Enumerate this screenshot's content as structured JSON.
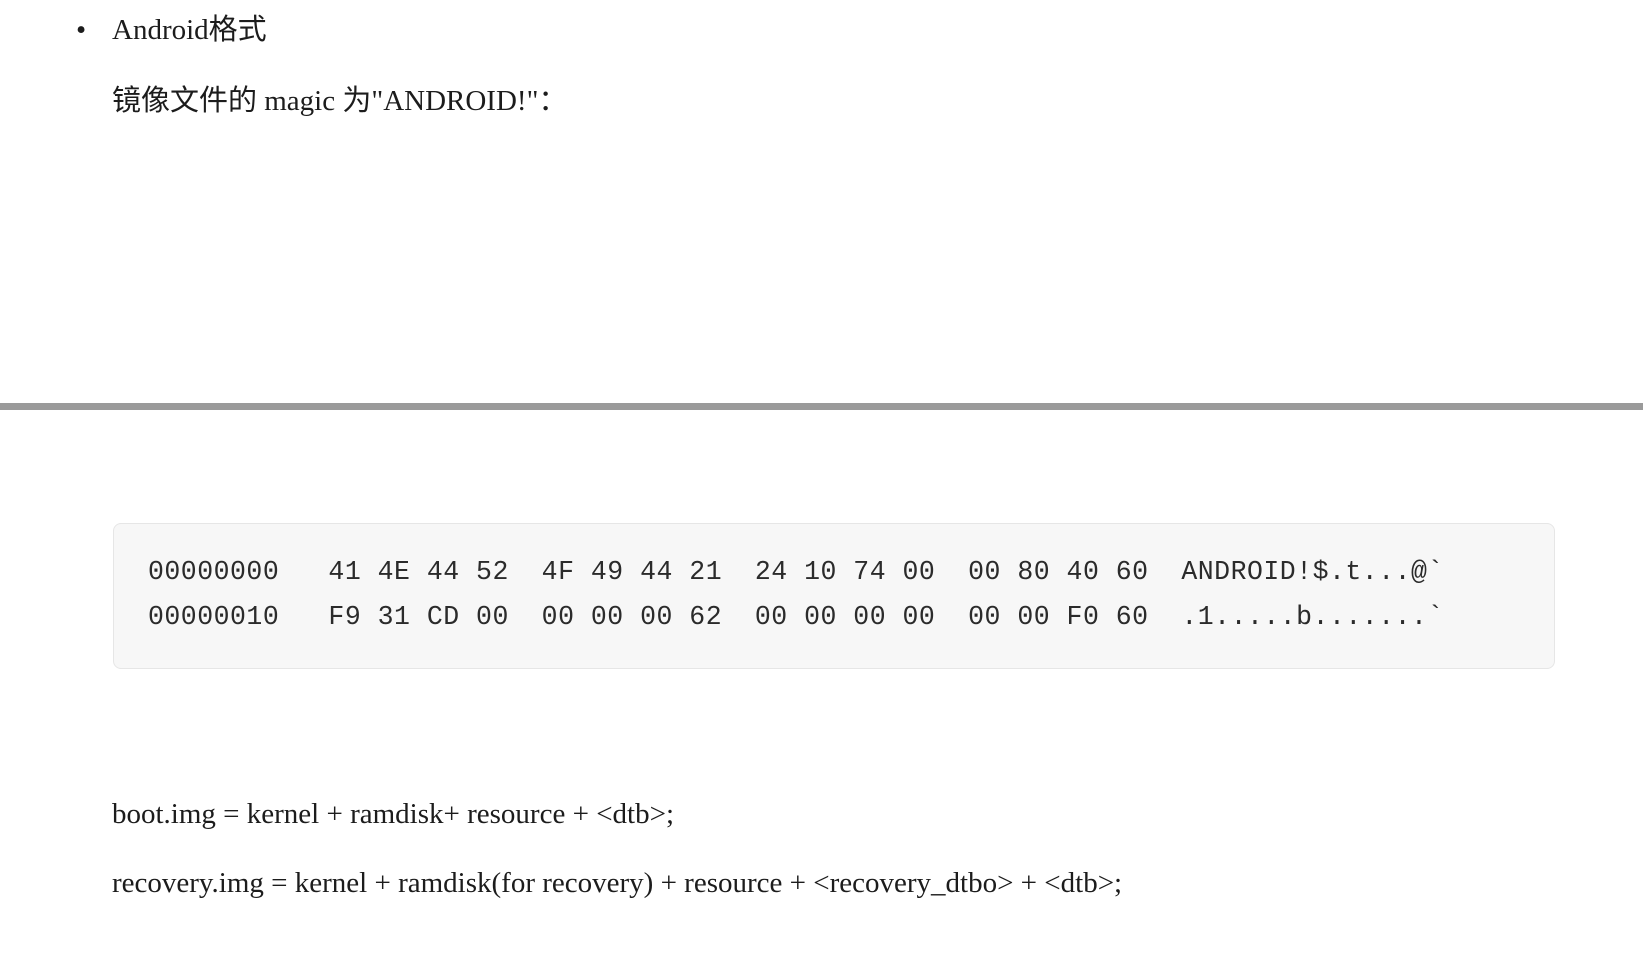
{
  "document": {
    "bullet_list": {
      "marker": "•",
      "items": [
        {
          "text": "Android格式"
        }
      ]
    },
    "sub_paragraph": "镜像文件的 magic 为\"ANDROID!\"：",
    "divider": {
      "color": "#9a9a9a"
    },
    "code_block": {
      "background": "#f7f7f7",
      "border_color": "#e6e6e6",
      "lines": [
        "00000000   41 4E 44 52  4F 49 44 21  24 10 74 00  00 80 40 60  ANDROID!$.t...@`",
        "00000010   F9 31 CD 00  00 00 00 62  00 00 00 00  00 00 F0 60  .1.....b.......`"
      ],
      "text": "00000000   41 4E 44 52  4F 49 44 21  24 10 74 00  00 80 40 60  ANDROID!$.t...@`\n00000010   F9 31 CD 00  00 00 00 62  00 00 00 00  00 00 F0 60  .1.....b.......`"
    },
    "paragraphs": [
      {
        "id": "boot",
        "text": "boot.img = kernel + ramdisk+ resource + <dtb>;"
      },
      {
        "id": "recovery",
        "text": "recovery.img = kernel + ramdisk(for recovery) + resource + <recovery_dtbo> + <dtb>;"
      }
    ]
  }
}
